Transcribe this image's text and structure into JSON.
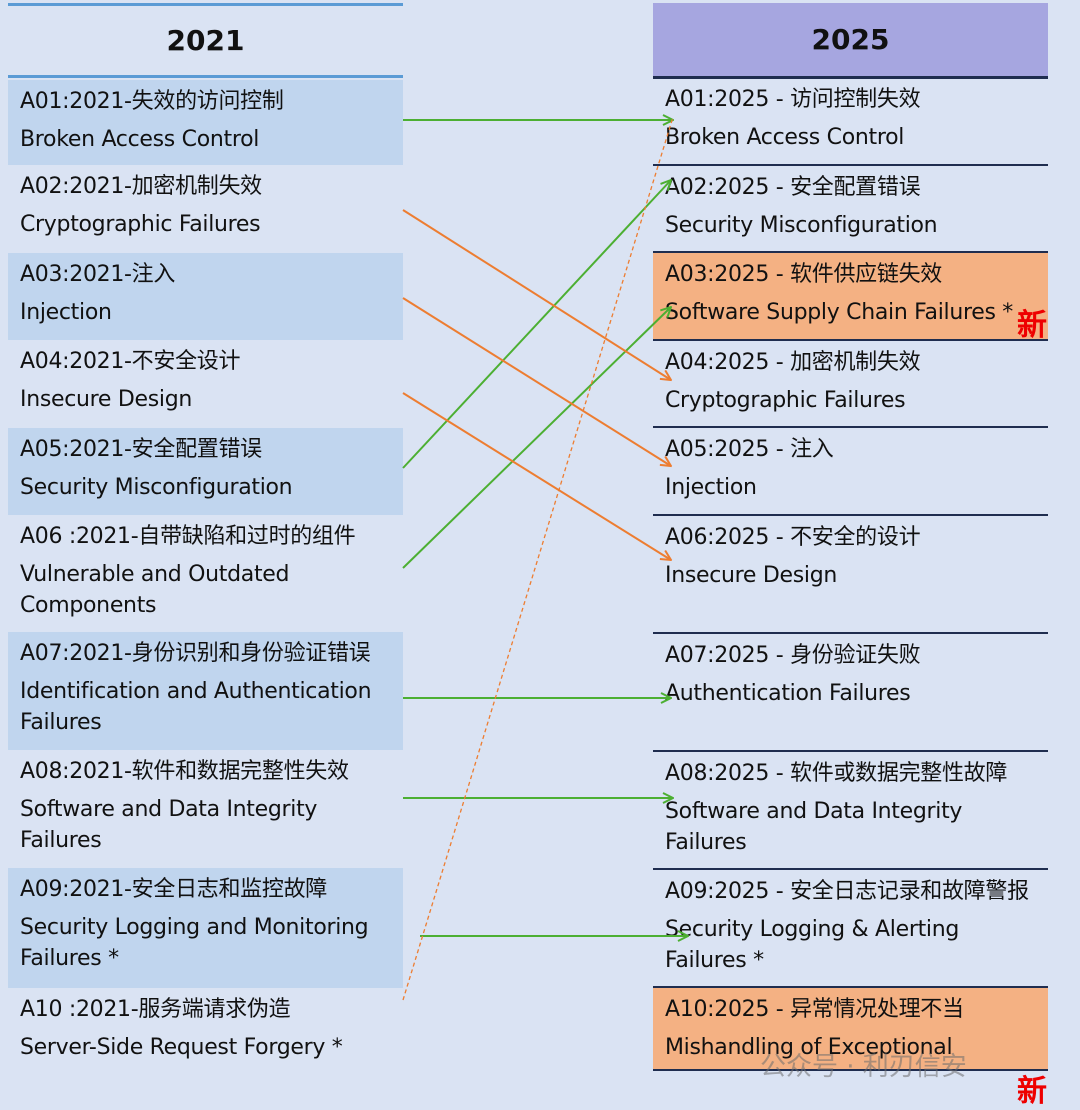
{
  "headers": {
    "left": "2021",
    "right": "2025"
  },
  "left": [
    {
      "code": "A01:2021-失效的访问控制",
      "name": "Broken Access Control"
    },
    {
      "code": "A02:2021-加密机制失效",
      "name": "Cryptographic Failures"
    },
    {
      "code": "A03:2021-注入",
      "name": "Injection"
    },
    {
      "code": "A04:2021-不安全设计",
      "name": "Insecure Design"
    },
    {
      "code": "A05:2021-安全配置错误",
      "name": "Security Misconfiguration"
    },
    {
      "code": "A06 :2021-自带缺陷和过时的组件",
      "name": "Vulnerable and Outdated Components"
    },
    {
      "code": "A07:2021-身份识别和身份验证错误",
      "name": "Identification and Authentication Failures"
    },
    {
      "code": "A08:2021-软件和数据完整性失效",
      "name": "Software and Data Integrity Failures"
    },
    {
      "code": "A09:2021-安全日志和监控故障",
      "name": "Security Logging and Monitoring Failures *"
    },
    {
      "code": "A10 :2021-服务端请求伪造",
      "name": "Server-Side Request Forgery *"
    }
  ],
  "right": [
    {
      "code": "A01:2025 - 访问控制失效",
      "name": "Broken Access Control"
    },
    {
      "code": "A02:2025 - 安全配置错误",
      "name": "Security Misconfiguration"
    },
    {
      "code": "A03:2025 - 软件供应链失效",
      "name": "Software Supply Chain Failures *",
      "badge": "新"
    },
    {
      "code": "A04:2025 - 加密机制失效",
      "name": "Cryptographic Failures"
    },
    {
      "code": "A05:2025 - 注入",
      "name": "Injection"
    },
    {
      "code": "A06:2025 - 不安全的设计",
      "name": "Insecure Design"
    },
    {
      "code": "A07:2025 - 身份验证失败",
      "name": "Authentication Failures"
    },
    {
      "code": "A08:2025 - 软件或数据完整性故障",
      "name": "Software and Data Integrity Failures"
    },
    {
      "code": "A09:2025 - 安全日志记录和故障警报",
      "name": "Security Logging & Alerting Failures *"
    },
    {
      "code": "A10:2025 - 异常情况处理不当",
      "name": "Mishandling of Exceptional",
      "badge": "新"
    }
  ],
  "colors": {
    "same_rank": "#4caf32",
    "moved_down": "#ed7d31",
    "highlight_new": "#f4b183",
    "header_2025": "#a6a6e0"
  },
  "watermark": "公众号 · 利刃信安"
}
